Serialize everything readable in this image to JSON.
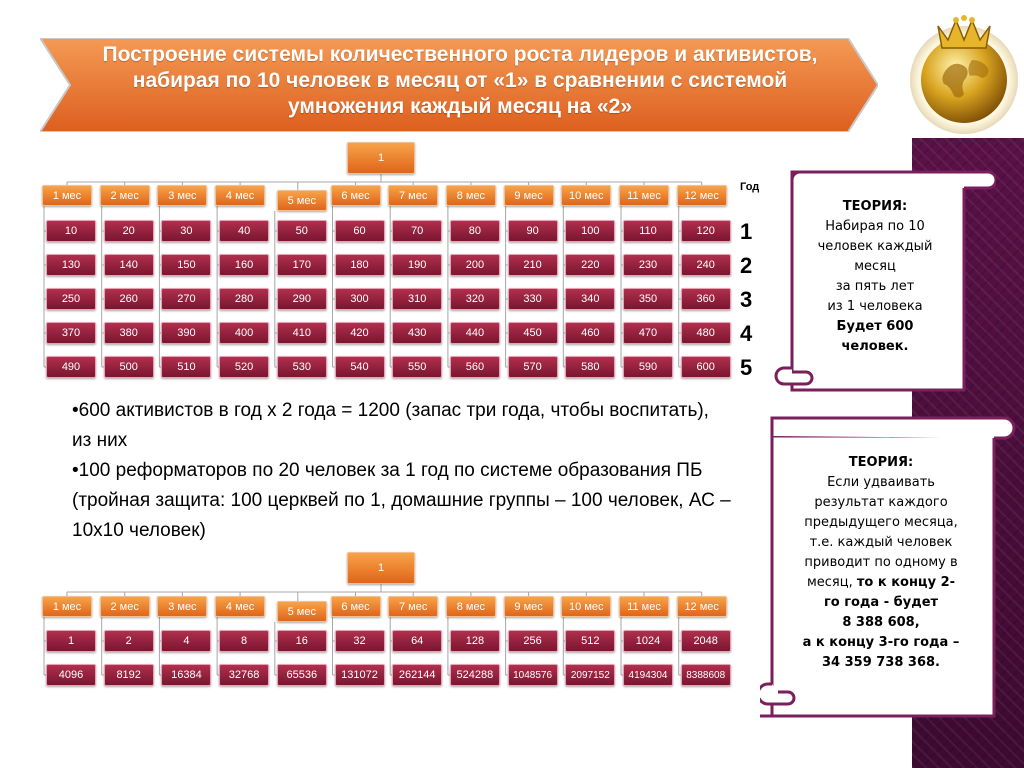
{
  "title": "Построение системы количественного роста лидеров и активистов, набирая по 10 человек в месяц от «1» в сравнении с системой умножения каждый месяц на «2»",
  "diagram1": {
    "root": "1",
    "months": [
      "1 мес",
      "2 мес",
      "3 мес",
      "4 мес",
      "5 мес",
      "6 мес",
      "7 мес",
      "8 мес",
      "9 мес",
      "10 мес",
      "11 мес",
      "12 мес"
    ],
    "rows": [
      [
        "10",
        "20",
        "30",
        "40",
        "50",
        "60",
        "70",
        "80",
        "90",
        "100",
        "110",
        "120"
      ],
      [
        "130",
        "140",
        "150",
        "160",
        "170",
        "180",
        "190",
        "200",
        "210",
        "220",
        "230",
        "240"
      ],
      [
        "250",
        "260",
        "270",
        "280",
        "290",
        "300",
        "310",
        "320",
        "330",
        "340",
        "350",
        "360"
      ],
      [
        "370",
        "380",
        "390",
        "400",
        "410",
        "420",
        "430",
        "440",
        "450",
        "460",
        "470",
        "480"
      ],
      [
        "490",
        "500",
        "510",
        "520",
        "530",
        "540",
        "550",
        "560",
        "570",
        "580",
        "590",
        "600"
      ]
    ],
    "year_label": "Год",
    "years": [
      "1",
      "2",
      "3",
      "4",
      "5"
    ]
  },
  "bullets": [
    "•600 активистов в год х 2 года = 1200 (запас три года, чтобы воспитать), из них",
    "•100 реформаторов по 20 человек за 1 год по системе образования ПБ (тройная защита: 100 церквей по 1, домашние группы – 100 человек, АС – 10х10 человек)"
  ],
  "diagram2": {
    "root": "1",
    "months": [
      "1 мес",
      "2 мес",
      "3 мес",
      "4 мес",
      "5 мес",
      "6 мес",
      "7 мес",
      "8 мес",
      "9 мес",
      "10 мес",
      "11 мес",
      "12 мес"
    ],
    "rows": [
      [
        "1",
        "2",
        "4",
        "8",
        "16",
        "32",
        "64",
        "128",
        "256",
        "512",
        "1024",
        "2048"
      ],
      [
        "4096",
        "8192",
        "16384",
        "32768",
        "65536",
        "131072",
        "262144",
        "524288",
        "1048576",
        "2097152",
        "4194304",
        "8388608"
      ]
    ]
  },
  "scroll1": {
    "heading": "ТЕОРИЯ:",
    "lines": [
      "Набирая по 10",
      "человек каждый",
      "месяц",
      "за пять лет",
      "из 1 человека"
    ],
    "bold_lines": [
      "Будет 600",
      "человек."
    ]
  },
  "scroll2": {
    "heading": "ТЕОРИЯ:",
    "lines": [
      "Если удваивать",
      "результат каждого",
      "предыдущего месяца,",
      "т.е. каждый человек",
      "приводит по одному в"
    ],
    "mixed_line": {
      "normal": "месяц, ",
      "bold": "то к концу 2-"
    },
    "bold_lines": [
      "го года - будет",
      "8 388 608,",
      "а к концу 3-го года –",
      "34 359 738 368."
    ]
  }
}
